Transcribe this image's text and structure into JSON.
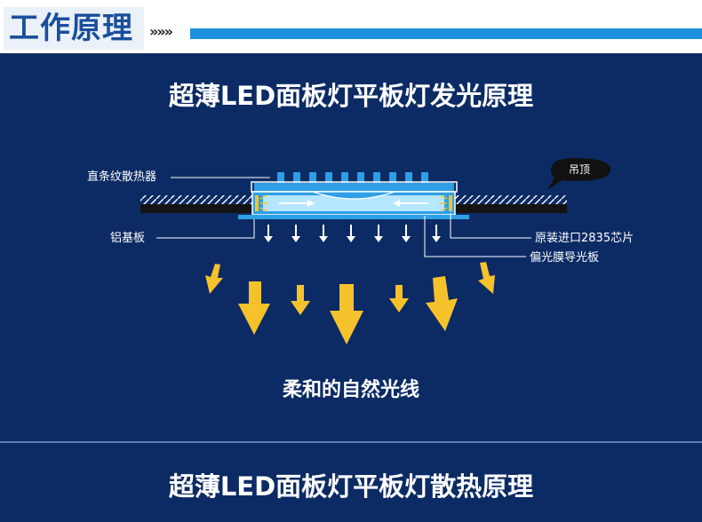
{
  "header": {
    "title": "工作原理",
    "chevrons": "»»»",
    "accent_color": "#1d8fdc"
  },
  "panel": {
    "background_color": "#0c2b64",
    "title": "超薄LED面板灯平板灯发光原理",
    "caption": "柔和的自然光线",
    "next_section_title": "超薄LED面板灯平板灯散热原理"
  },
  "diagram": {
    "labels": {
      "heatsink": "直条纹散热器",
      "aluminum_base": "铝基板",
      "led_chip": "原装进口2835芯片",
      "light_guide": "偏光膜导光板",
      "ceiling": "吊顶"
    },
    "arrow_color": "#f6c22b",
    "guide_color": "#2f9fe6"
  }
}
